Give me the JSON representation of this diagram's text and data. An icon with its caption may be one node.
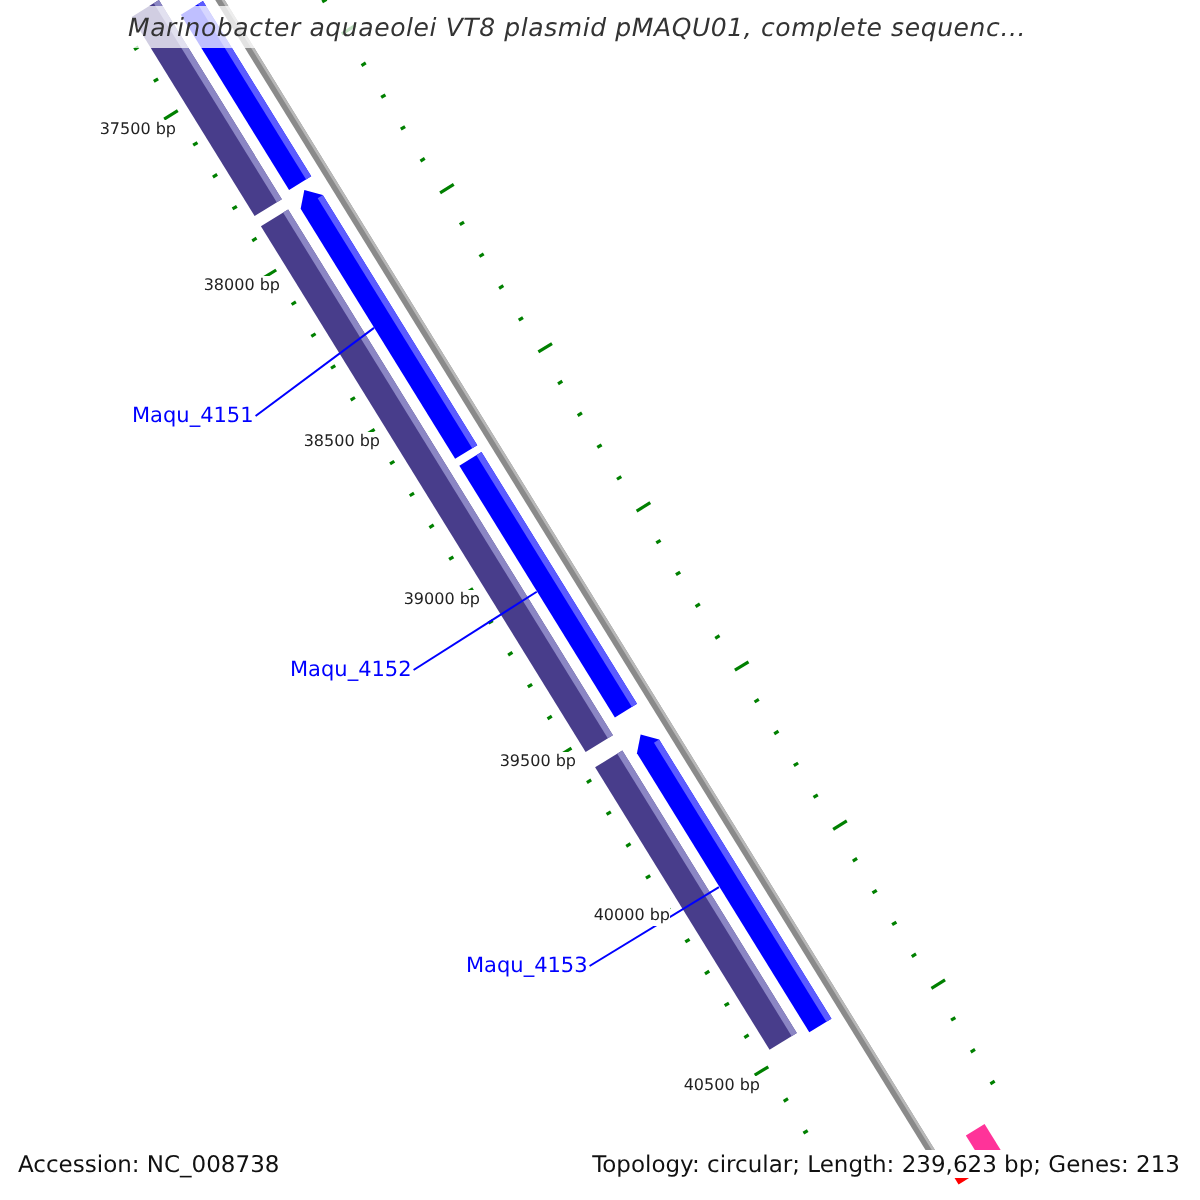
{
  "diagram": {
    "title": "Marinobacter aquaeolei VT8 plasmid pMAQU01, complete sequenc...",
    "nodes": [
      {
        "text": [
          "Maqu_4151"
        ]
      },
      {
        "text": [
          "Maqu_4152"
        ]
      },
      {
        "text": [
          "Maqu_4153"
        ]
      },
      {
        "text": [],
        "shape": "bar"
      },
      {
        "text": [],
        "shape": "bar"
      },
      {
        "text": [],
        "shape": "bar"
      },
      {
        "text": [],
        "shape": "bar"
      },
      {
        "text": [],
        "shape": "bar"
      },
      {
        "text": [],
        "shape": "bar"
      },
      {
        "text": [],
        "shape": "bar"
      }
    ],
    "edges": [
      {
        "from": 0,
        "to": 5,
        "arrow": "none",
        "color": "#0000ff"
      },
      {
        "from": 1,
        "to": 7,
        "arrow": "none",
        "color": "#0000ff"
      },
      {
        "from": 2,
        "to": 9,
        "arrow": "none",
        "color": "#0000ff"
      }
    ],
    "labels": [
      "37500 bp",
      "38000 bp",
      "38500 bp",
      "39000 bp",
      "39500 bp",
      "40000 bp",
      "40500 bp",
      "Accession: NC_008738",
      "Topology: circular; Length: 239,623 bp; Genes: 213"
    ]
  }
}
